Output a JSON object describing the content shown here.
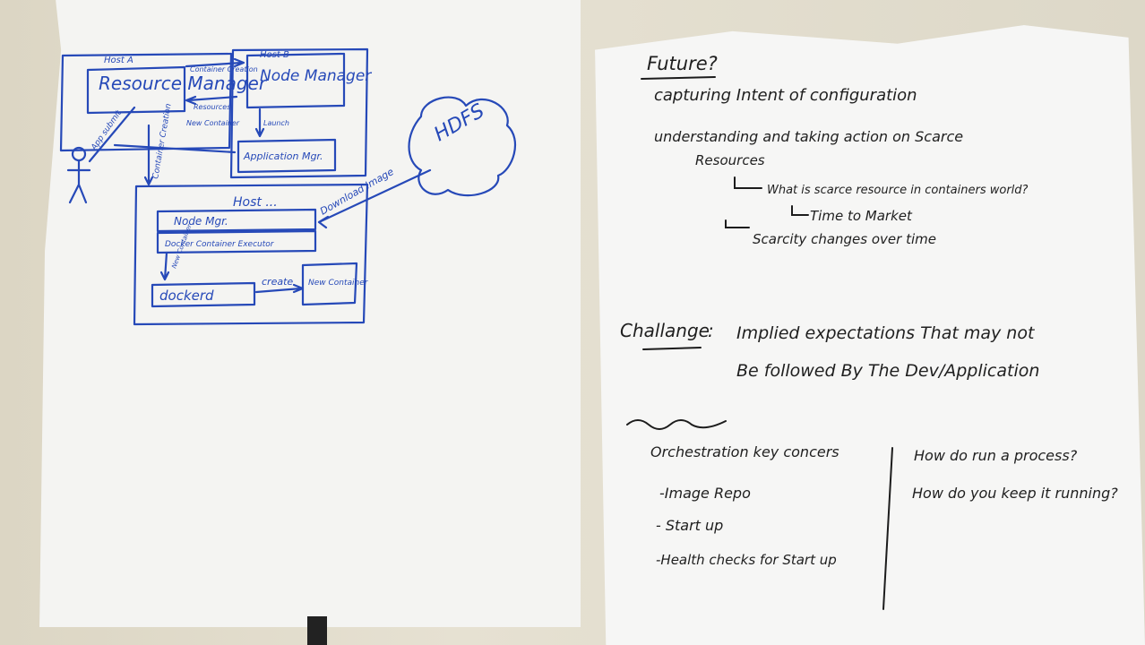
{
  "left_sheet": {
    "host_a": "Host A",
    "resource_manager": "Resource Manager",
    "host_b": "Host B",
    "node_manager": "Node Manager",
    "container_creation": "Container Creation",
    "resources": "Resources",
    "new_container": "New Container",
    "app_submit": "App submit",
    "launch": "Launch",
    "application_mgr": "Application Mgr.",
    "container_creation_2": "Container Creation",
    "hdfs": "HDFS",
    "host_dots": "Host ...",
    "node_mgr": "Node Mgr.",
    "docker_executor": "Docker Container Executor",
    "download_image": "Download Image",
    "new_container_launch": "New Container",
    "dockerd": "dockerd",
    "create": "create",
    "new_container_box": "New Container"
  },
  "right_sheet": {
    "future_heading": "Future?",
    "line_1": "capturing Intent of configuration",
    "line_2": "understanding and taking action on Scarce",
    "line_2b": "Resources",
    "line_3": "What is scarce resource in containers world?",
    "line_4": "Time to Market",
    "line_5": "Scarcity changes over time",
    "challenge_heading": "Challange",
    "challenge_text_1": "Implied expectations That may not",
    "challenge_text_2": "Be followed By The Dev/Application",
    "orchestration_heading": "Orchestration key concers",
    "item_1": "-Image Repo",
    "item_2": "- Start up",
    "item_3": "-Health checks for Start up",
    "question_1": "How do run a process?",
    "question_2": "How do you keep it running?"
  }
}
